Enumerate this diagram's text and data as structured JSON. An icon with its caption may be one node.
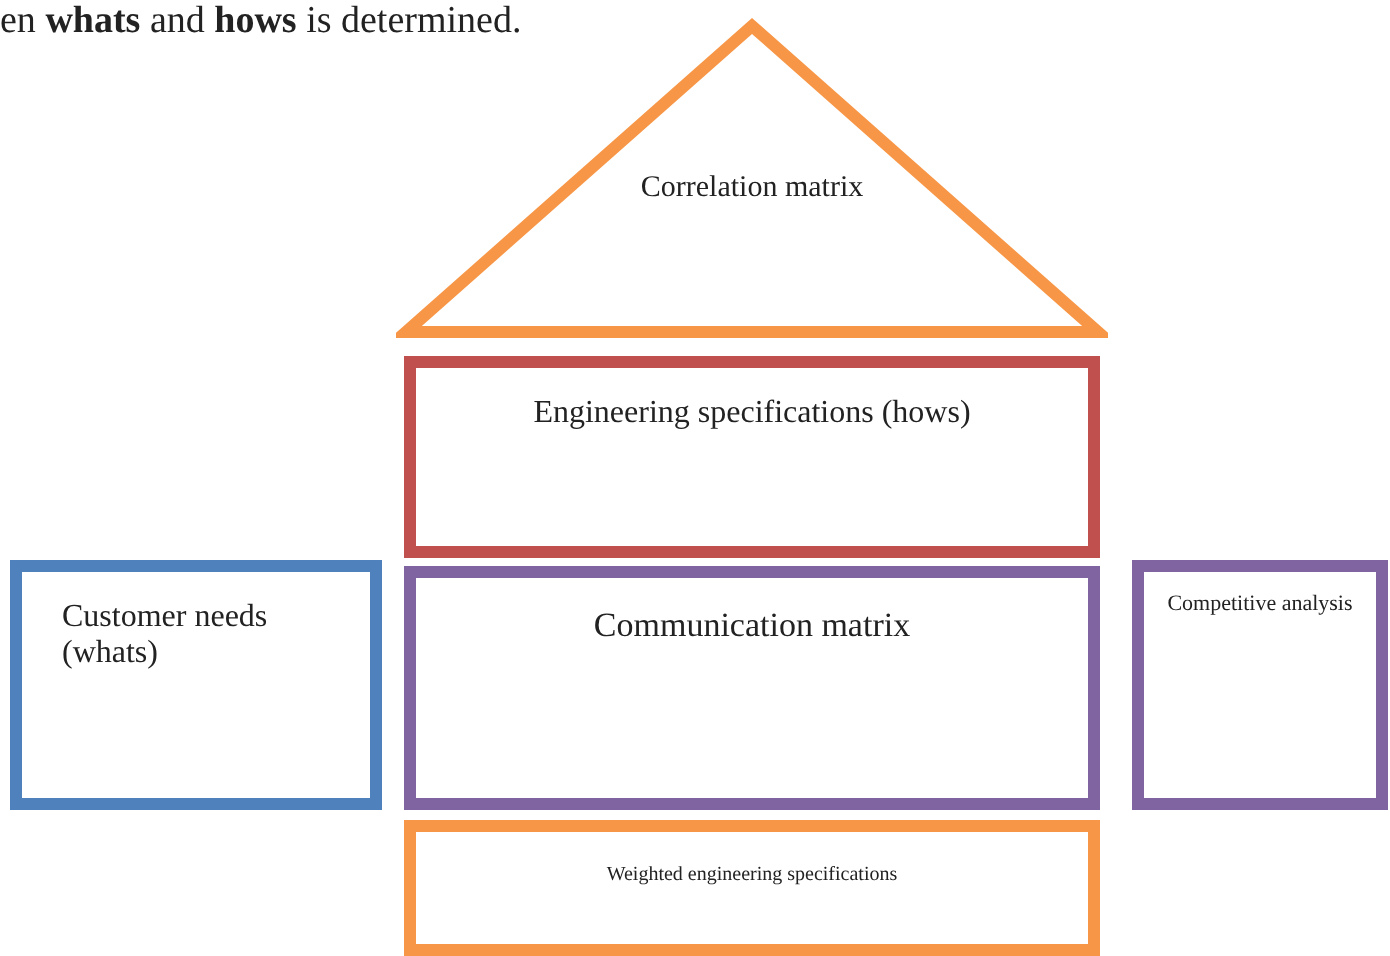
{
  "diagram": {
    "nodes": [
      {
        "text": [
          "Correlation matrix"
        ]
      },
      {
        "text": [
          "Engineering specifications (hows)"
        ]
      },
      {
        "text": [
          "Customer needs (whats)"
        ]
      },
      {
        "text": [
          "Communication matrix"
        ]
      },
      {
        "text": [
          "Competitive analysis"
        ]
      },
      {
        "text": [
          "Weighted engineering specifications"
        ]
      }
    ],
    "edges": [],
    "labels": [
      "en **whats** and **hows** is determined."
    ]
  }
}
